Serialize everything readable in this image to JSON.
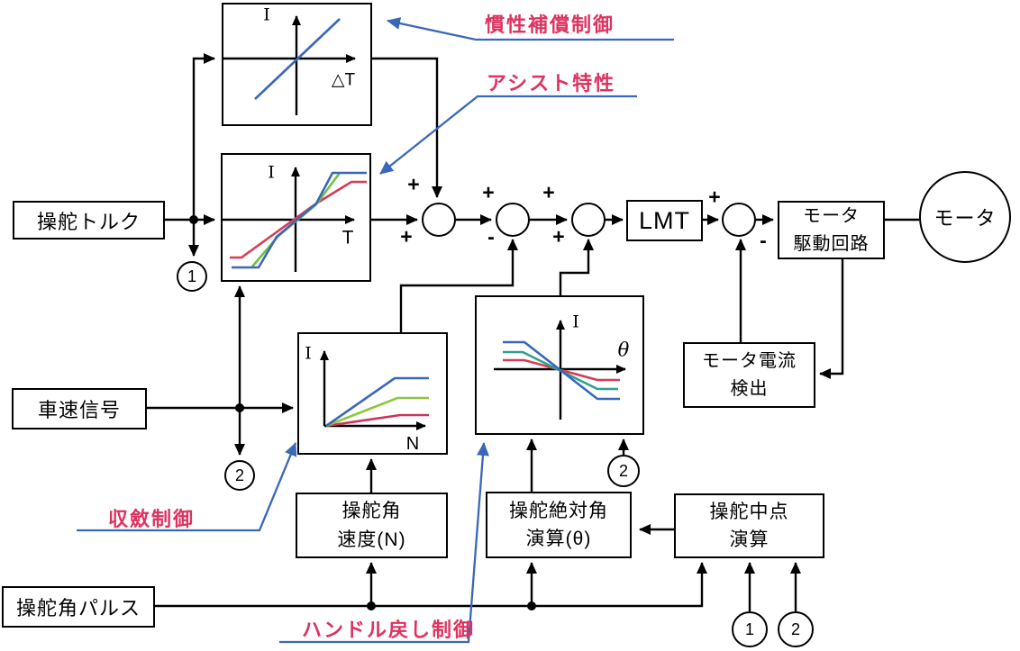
{
  "blocks": {
    "steering_torque": "操舵トルク",
    "vehicle_speed": "車速信号",
    "steering_pulse": "操舵角パルス",
    "angular_velocity_line1": "操舵角",
    "angular_velocity_line2": "速度(N)",
    "absolute_angle_line1": "操舵絶対角",
    "absolute_angle_line2": "演算(θ)",
    "midpoint_line1": "操舵中点",
    "midpoint_line2": "演算",
    "lmt": "LMT",
    "motor_drive_line1": "モータ",
    "motor_drive_line2": "駆動回路",
    "current_detect_line1": "モータ電流",
    "current_detect_line2": "検出",
    "motor": "モータ"
  },
  "annotations": {
    "inertia": "慣性補償制御",
    "assist": "アシスト特性",
    "convergence": "収斂制御",
    "handle_return": "ハンドル戻し制御"
  },
  "graphs": {
    "inertia_compensation": {
      "y_label": "I",
      "x_label": "△T",
      "curve_colors": [
        "#3a67b8"
      ]
    },
    "assist": {
      "y_label": "I",
      "x_label": "T",
      "curve_colors": [
        "#3a67b8",
        "#6fbf4a",
        "#d93a55"
      ]
    },
    "convergence": {
      "y_label": "I",
      "x_label": "N",
      "curve_colors": [
        "#3a67b8",
        "#8cc63f",
        "#cc3355"
      ]
    },
    "handle_return": {
      "y_label": "I",
      "x_label": "θ",
      "curve_colors": [
        "#3a67b8",
        "#2fa08e",
        "#d93a55"
      ]
    }
  },
  "signs": {
    "plus": "+",
    "minus": "-"
  },
  "markers": {
    "m1": "1",
    "m2": "2"
  },
  "colors": {
    "line": "#000000",
    "annotation_text": "#dd3360",
    "annotation_arrow": "#3a68b8"
  }
}
